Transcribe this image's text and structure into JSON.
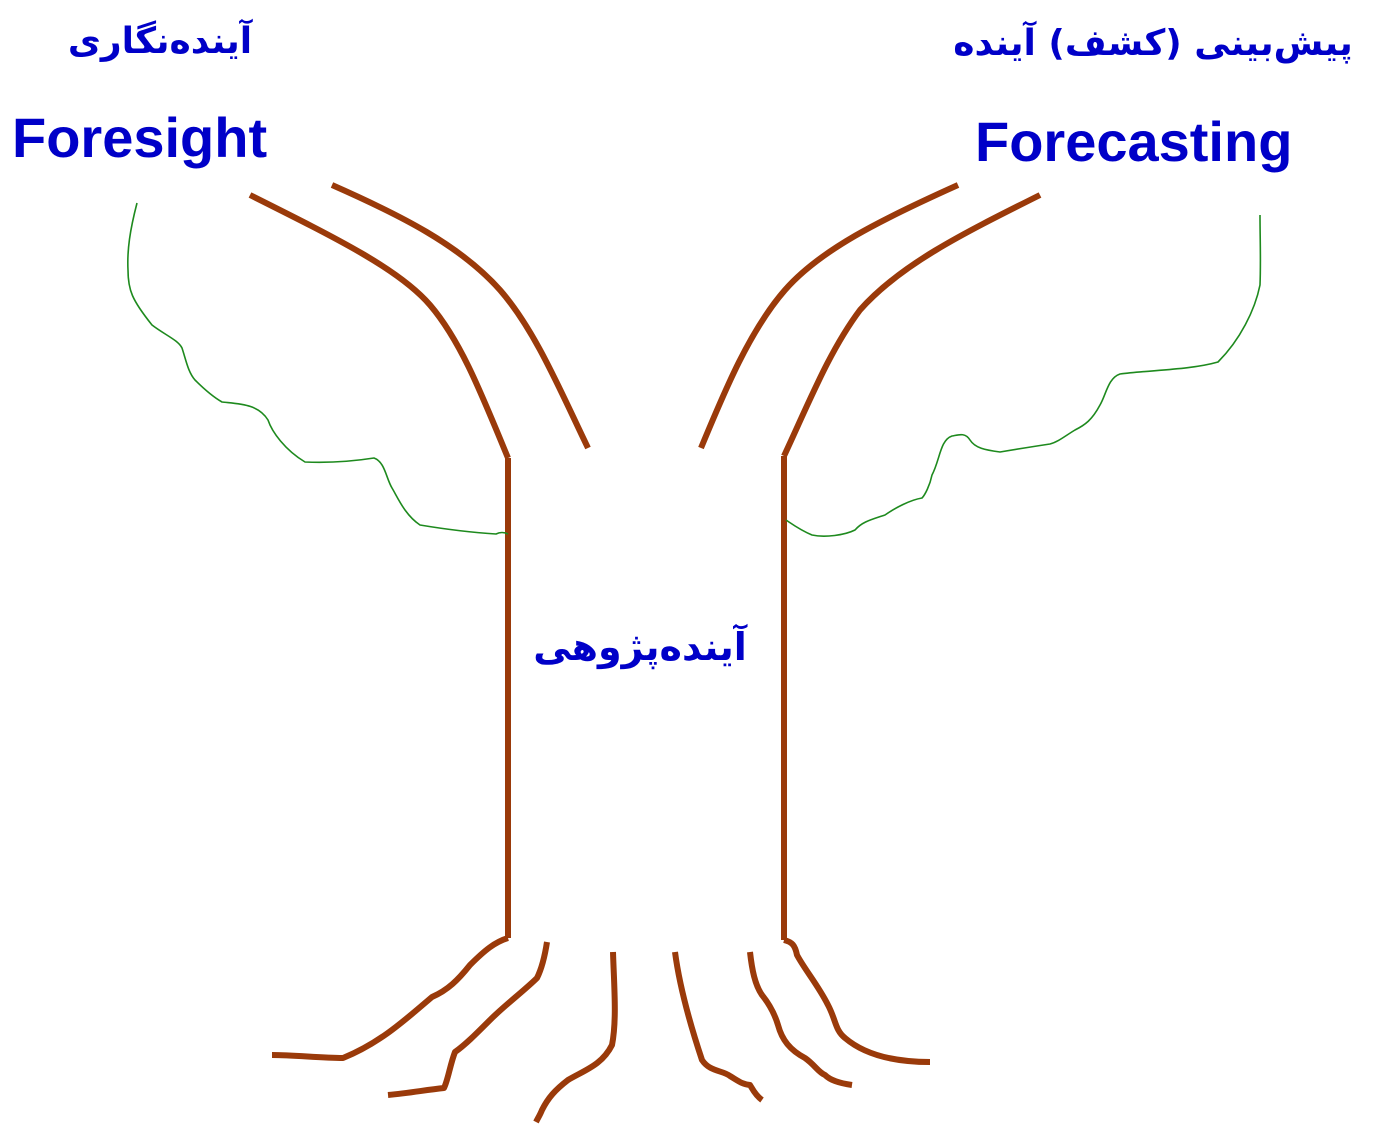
{
  "left": {
    "persian_label": "آینده‌نگاری",
    "english_label": "Foresight"
  },
  "right": {
    "persian_label": "پیش‌بینی (کشف) آینده",
    "english_label": "Forecasting"
  },
  "center": {
    "persian_label": "آینده‌پژوهی"
  },
  "colors": {
    "text": "#0000c8",
    "trunk": "#9a3a0a",
    "leaf_outline": "#1e8a1e",
    "background": "#ffffff"
  }
}
